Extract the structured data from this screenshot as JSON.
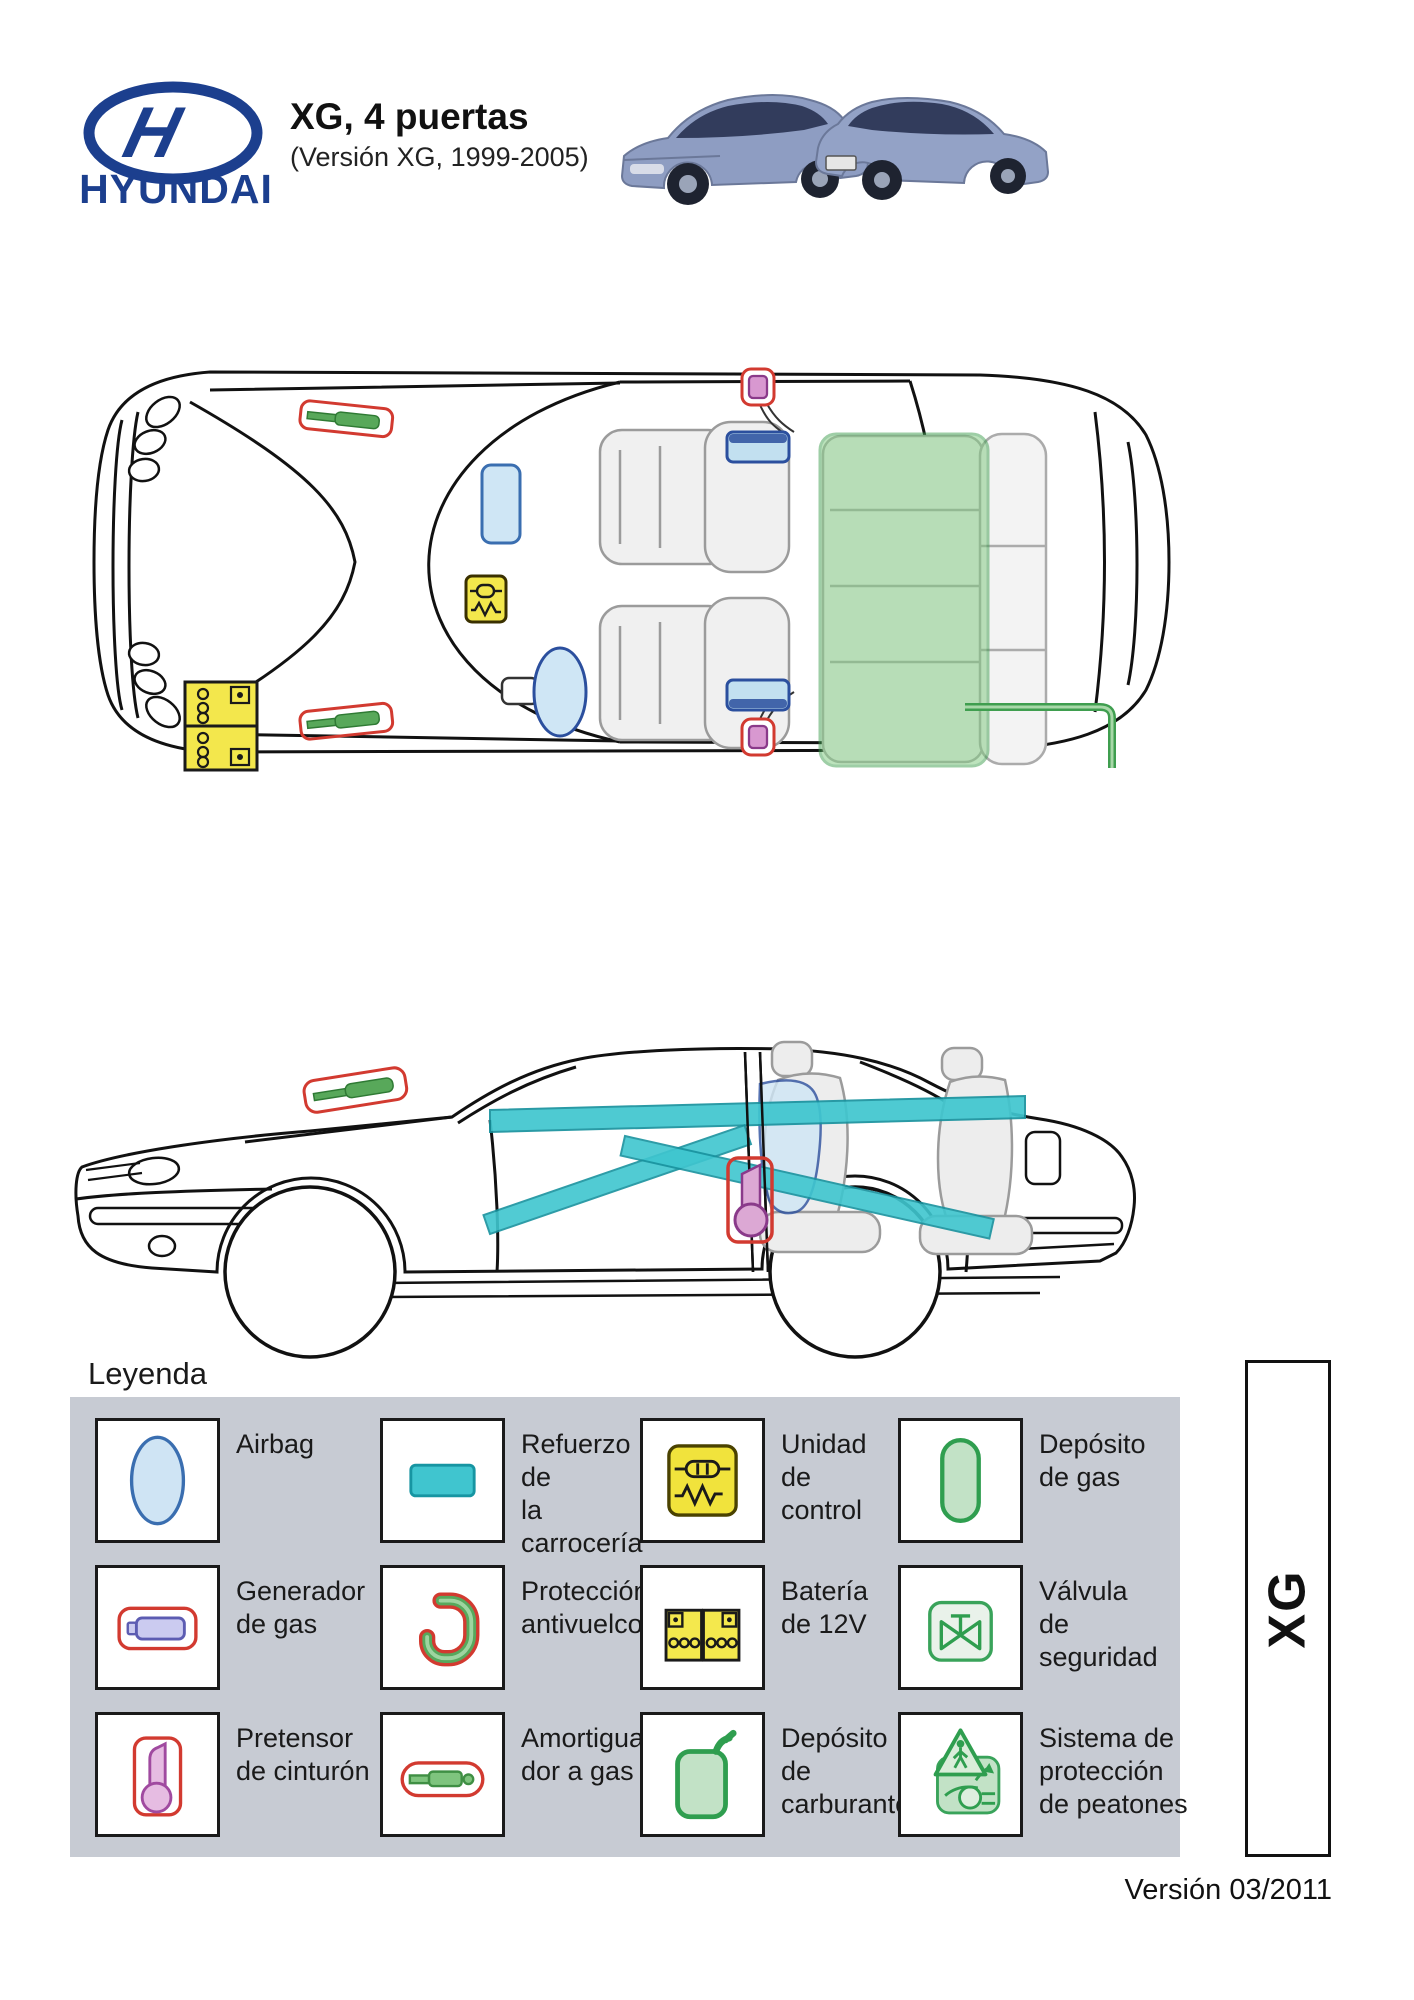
{
  "header": {
    "brand": "HYUNDAI",
    "monogram": "H",
    "title": "XG, 4 puertas",
    "subtitle": "(Versión XG, 1999-2005)"
  },
  "legend": {
    "heading": "Leyenda",
    "items": [
      {
        "icon": "airbag-icon",
        "label": "Airbag"
      },
      {
        "icon": "body-reinforcement-icon",
        "label": "Refuerzo de\nla carrocería"
      },
      {
        "icon": "control-unit-icon",
        "label": "Unidad\nde control"
      },
      {
        "icon": "gas-tank-icon",
        "label": "Depósito\nde gas"
      },
      {
        "icon": "gas-generator-icon",
        "label": "Generador\nde gas"
      },
      {
        "icon": "rollover-protection-icon",
        "label": "Protección\nantivuelco"
      },
      {
        "icon": "battery-12v-icon",
        "label": "Batería\nde 12V"
      },
      {
        "icon": "safety-valve-icon",
        "label": "Válvula\nde seguridad"
      },
      {
        "icon": "belt-pretensioner-icon",
        "label": "Pretensor\nde cinturón"
      },
      {
        "icon": "gas-strut-icon",
        "label": "Amortigua-\ndor a gas"
      },
      {
        "icon": "fuel-tank-icon",
        "label": "Depósito de\ncarburante"
      },
      {
        "icon": "pedestrian-protection-icon",
        "label": "Sistema de\nprotección\nde peatones"
      }
    ]
  },
  "side_tab": {
    "label": "XG"
  },
  "footer": {
    "version": "Versión 03/2011"
  },
  "colors": {
    "brand_blue": "#1c3f8e",
    "panel_gray": "#c7cbd3",
    "reinforcement_teal": "#3fc6cf",
    "safety_green": "#2f9e4f",
    "alert_red": "#d23a30",
    "pretensioner_magenta": "#a04aa0",
    "airbag_blue": "#cfe4f4",
    "battery_yellow": "#f4e84d"
  }
}
